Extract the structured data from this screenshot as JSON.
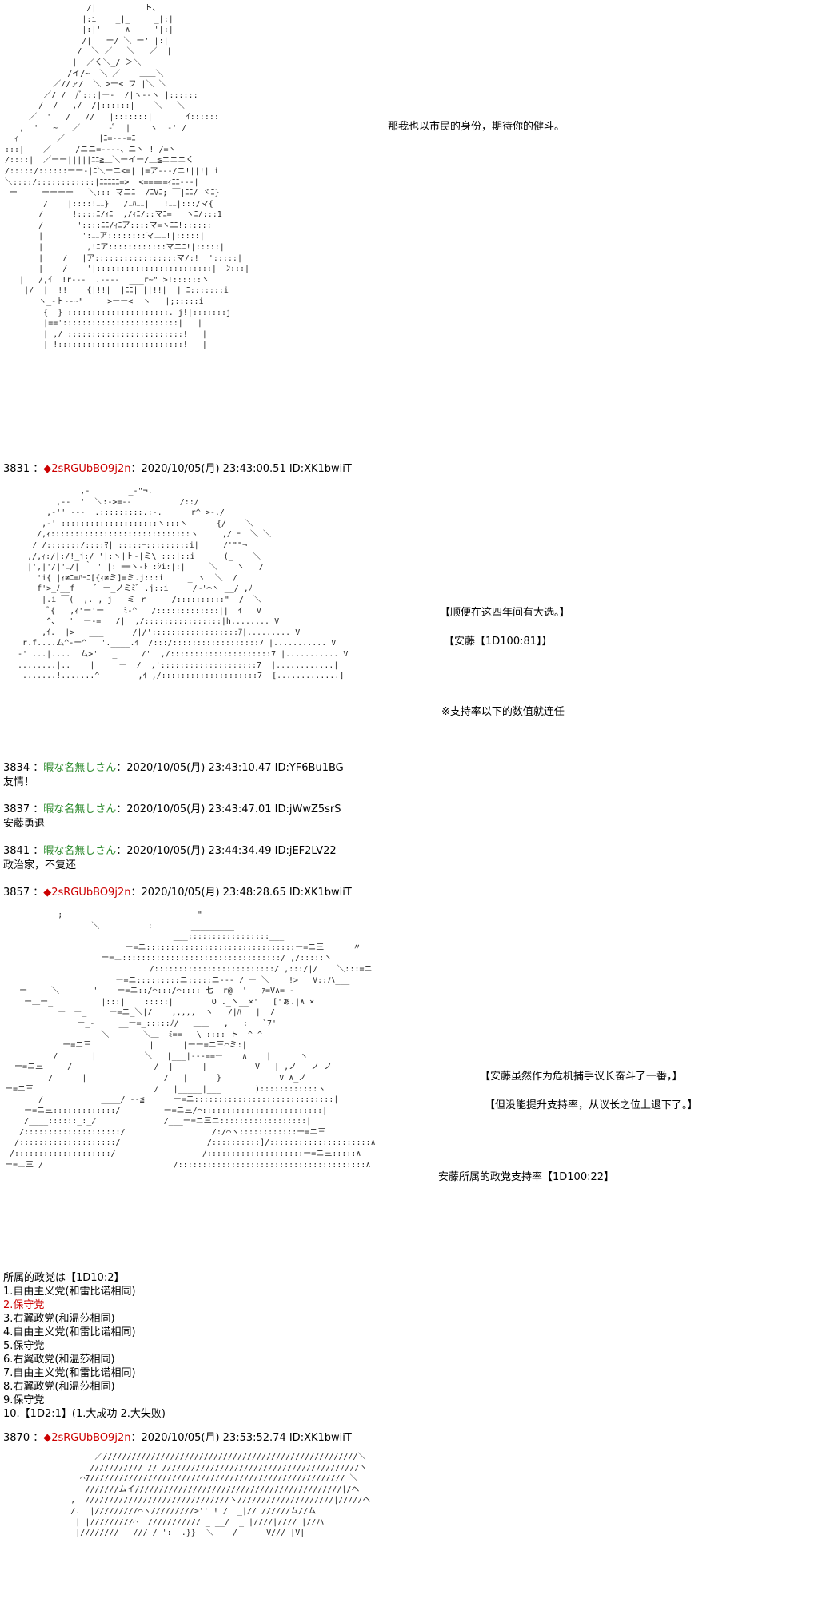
{
  "art1": "                  /|          ト、\n                 |:i    _|_     _|:|\n                 |:|'     ∧     '|:|\n                 /|   ー/ ＼'ー' |:|\n                /  ＼ ／   ＼   ／  |\n               |  ／く＼_/ ＞＼   |\n              /イ/~  ＼ ／    ＿＿＼\n           ／//ァ/  ＼ >一< フ |＼ ＼\n         ／/ /  /ﾞ:::|ー-  /|ヽ--ヽ |::::::\n        /  /   ,/  /|::::::|    ＼   ＼\n      ／  '   /   //   |:::::::|       ｲ::::::\n    ,  '   ~   ／      -ﾞ  |    ヽ  -' /\n   ｨ        ／       |ﾆ=---=ﾆ|\n :::|    ／     /ニニ=----、ニヽ_!_/=ヽ\n /::::|  ／ーー|||||ﾆﾆ≧＿＼ーイー/＿≦ニニニく\n /:::::/::::::ーー-|ﾆ＼ーニ<=| |=ア---/ニ!||!| i\n ＼::::/::::::::::::|ﾆﾆﾆﾆﾆ=>  <=====ｨﾆﾆ---|\n  ー     ーーーー   ＼::: マニﾆ  /ﾆVﾆ; ￣|ﾆﾆ/ ヾﾆ}\n         /    |::::!ﾆﾆ}   /ﾆﾊﾆﾆ|   !ﾆﾆ|:::/マ{\n        /      !::::ﾆ/ｨﾆ  ,/ｨﾆ/::マﾆ=   ヽﾆ/:::1\n        /       '::::ﾆﾆ/ｨﾆア::::マ=ヽﾆﾆ!::::::\n        |        ':ﾆﾆア::::::::マニﾆ!|:::::|\n        |         ,!ﾆア::::::::::::マニﾆ!|:::::|\n        |    /   |ア:::::::::::::::::マ/:!  ':::::|\n        |    /__  '|::::::::::::::::::::::::|  ﾝ:::|\n    |   /,ｲ  !r---  .----  ___r~\" >!::::::ヽ\n     |/  |  !!    {|!!|  |ﾆﾆ| ||!!|  | ﾆ:::::::i\n        ヽ_-ト--~\"￣￣￣>ーー<  ヽ   |;:::::i\n         {__} :::::::::::::::::::::. j!|:::::::j\n         |=='::::::::::::::::::::::::|   |\n         | ,/ ::::::::::::::::::::::::!   |\n         | !::::::::::::::::::::::::::!   |",
  "note1": "那我也以市民的身份，期待你的健斗。",
  "post3831": {
    "num": "3831 ：",
    "diamond": "◆",
    "trip": "2sRGUbBO9j2n",
    "meta": "：2020/10/05(月) 23:43:00.51 ID:XK1bwiiT"
  },
  "art2": "               ,-        _-\"¬.\n          ,--  '  ＼:->=--          /::/\n        ,-'' ---  .:::::::::.:-.      r^ >-./\n       ,-' ::::::::::::::::::::ヽ:::ヽ      {/__  ＼\n      /,ｨ:::::::::::::::::::::::::::::ヽ     ,/ ｰ  ＼ ＼\n     / /:::::::/::::ﾏ| :::::ｰ:::::::::i|     /'\"\"¬\n    ,/,ｨ:/|:/!_j:/ '|:ヽ|ト-|ミ\\ :::|::i      (_    ＼\n    |',|'/|'ﾆ/| ｀ ' |: ==ヽ-ﾄ :ｼi:|:|     ＼    ヽ   /\n      'i{ |ｨ≠ﾆ=ﾊｰﾆ[{ｨ≠ミ]=ミ.j:::i|    _ ヽ  ＼  /\n      f'>_ﾉ__f    ﾞ ー_ノミﾐﾞ .j::i     /~'⌒ヽ __/ ,ﾉ\n       |.i ￣(  ,. , j   ミ ｒ'    /::::::::::\"__/  ＼\n        ﾞ{   ,ｨ'ー'ー    ﾐ-^   /:::::::::::::||  ｲ   V\n        ^、  '  ー-=   /|  ,/::::::::::::::::|h........ V\n       ,ｲ.  |>   ___     |/|/'::::::::::::::::::ｱ|......... V\n   r.f....ム^-ー^   '.____.ｲ  /:::/::::::::::::::::::7 |........... V\n  -' ...|....  ム>'   _     /'  ,/:::::::::::::::::::::7 |........... V\n  ........|..    |     ー  /  ,'::::::::::::::::::::7  |............|\n   .......!.......^        ,ｲ ,/::::::::::::::::::::7  [.............]",
  "notes2": [
    "【顺便在这四年间有大选。】",
    "【安藤【1D100:81】】",
    "※支持率以下的数值就连任"
  ],
  "post3834": {
    "num": "3834 ：",
    "name": "暇な名無しさん",
    "meta": "：2020/10/05(月) 23:43:10.47 ID:YF6Bu1BG",
    "body": "友情！"
  },
  "post3837": {
    "num": "3837 ：",
    "name": "暇な名無しさん",
    "meta": "：2020/10/05(月) 23:43:47.01 ID:jWwZ5srS",
    "body": "安藤勇退"
  },
  "post3841": {
    "num": "3841 ：",
    "name": "暇な名無しさん",
    "meta": "：2020/10/05(月) 23:44:34.49 ID:jEF2LV22",
    "body": "政治家，不复还"
  },
  "post3857": {
    "num": "3857 ：",
    "diamond": "◆",
    "trip": "2sRGUbBO9j2n",
    "meta": "：2020/10/05(月) 23:48:28.65 ID:XK1bwiiT"
  },
  "art3": "            ;                            \"\n                   ＼          :        _________\n                                    ___:::::::::::::::::___\n                          ー=ニ:::::::::::::::::::::::::::::::ー=ニ三      〃\n                     ー=ニ:::::::::::::::::::::::::::::::::/ ,/:::::ヽ\n                               /:::::::::::::::::::::::::/ ,:::/|/    ＼:::=ニ\n                        ー=ニ:::::::::ニ:::::ニ--- / ー ＼    !>   V::ハ___\n ___ー_    ＼       '    ー=ニ::/⌒:::/⌒:::: 七  r@  '  _ｧ=V∧= -\n     ー＿ー_          |:::|   |:::::|        O ._ヽ__×'   ['ぁ.|∧ ×\n            ー＿ー_   ＿ー=ニ_＼|/    ,,,,,  ヽ   /|ﾊ   |  /\n                ー_-     __ー=_:::::ﾉ/   ＿＿   ,   :   `7'\n                     ＼       ＼＿_ ﾐ==   \\_:::: ト__^ ^\n             ー=ニ三            |      |ーー=ニ三⌒ミ:|\n           /       |          ＼   |___|---==ー    ∧    |      ヽ\n   ー=ニ三     /                 /  |      |          V   |_,ノ __ノ ノ\n          /      |                /   |      }            V ∧_ノ\n ー=ニ三                         /   |_____|___       )::::::::::::ヽ\n        /            ____/ --≦      ー=ニ:::::::::::::::::::::::::::::|\n     ー=ニ三:::::::::::::/         ー=ニ三/⌒:::::::::::::::::::::::::|\n     /____::::::_:_/              /___ー=ニ三ニ::::::::::::::::::|\n    /::::::::::::::::::::/                  /:/⌒ヽ::::::::::::ー=ニ三\n   /::::::::::::::::::::/                  /::::::::::]/:::::::::::::::::::::∧\n  /::::::::::::::::::::/                  /::::::::::::::::::::ー=ニ三:::::∧\n ー=ニ三 /                           /:::::::::::::::::::::::::::::::::::::::∧",
  "notes3": [
    "【安藤虽然作为危机捕手议长奋斗了一番，】",
    "【但没能提升支持率，从议长之位上退下了。】",
    "安藤所属的政党支持率【1D100:22】"
  ],
  "party": {
    "header": "所属的政党は【1D10:2】",
    "items": [
      "1.自由主义党(和雷比诺相同)",
      "2.保守党",
      "3.右翼政党(和温莎相同)",
      "4.自由主义党(和雷比诺相同)",
      "5.保守党",
      "6.右翼政党(和温莎相同)",
      "7.自由主义党(和雷比诺相同)",
      "8.右翼政党(和温莎相同)",
      "9.保守党",
      "10.【1D2:1】(1.大成功  2.大失败)"
    ]
  },
  "post3870": {
    "num": "3870 ：",
    "diamond": "◆",
    "trip": "2sRGUbBO9j2n",
    "meta": "：2020/10/05(月) 23:53:52.74 ID:XK1bwiiT"
  },
  "art4": "                  ／/////////////////////////////////////////////////////＼\n                 /////////// // /////////////////////////////////////////ヽ\n               ⌒7///////////////////////////////////////////////////// ＼\n                ///////ムイ///////////////////////////////////////////|/ヘ\n             ,  //////////////////////////////ヽ////////////////////|/////ヘ\n             /.  |/////////⌒ヽ/////////>'' ! /  _|// //////ム//ム\n              | |/////////⌒  /////////// _ __/  _ |////|//// |//ハ\n              |////////   ///_/ ':  .}}  ＼____/      V/// |V|"
}
